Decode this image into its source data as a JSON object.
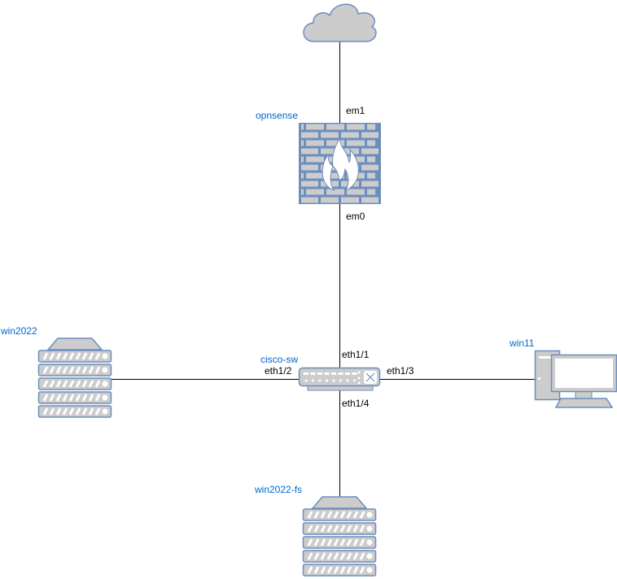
{
  "colors": {
    "fill": "#cccccc",
    "stroke": "#6c8ebf",
    "label": "#0066cc",
    "link": "#000000"
  },
  "nodes": {
    "cloud": {
      "icon": "cloud-icon"
    },
    "firewall": {
      "name": "opnsense",
      "icon": "firewall-icon",
      "ports": {
        "top": "em1",
        "bottom": "em0"
      }
    },
    "switch": {
      "name": "cisco-sw",
      "icon": "switch-icon",
      "ports": {
        "top": "eth1/1",
        "left": "eth1/2",
        "right": "eth1/3",
        "bottom": "eth1/4"
      }
    },
    "server_left": {
      "name": "win2022",
      "icon": "server-icon"
    },
    "server_bottom": {
      "name": "win2022-fs",
      "icon": "server-icon"
    },
    "pc": {
      "name": "win11",
      "icon": "desktop-pc-icon"
    }
  }
}
